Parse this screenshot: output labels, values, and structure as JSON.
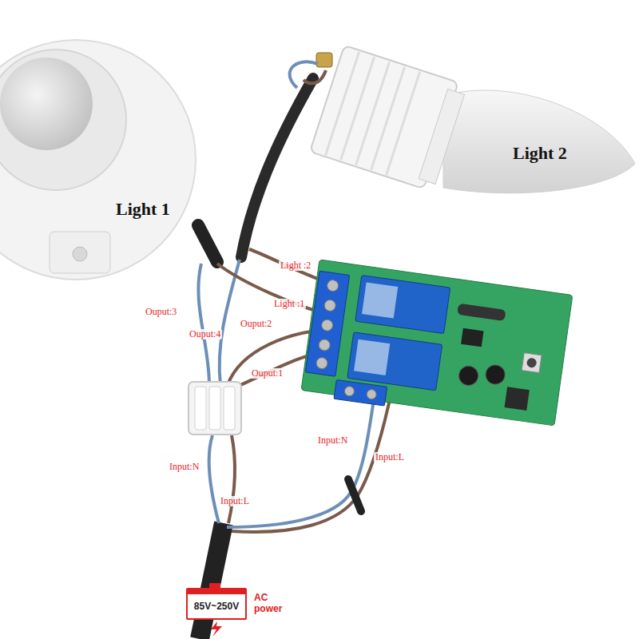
{
  "diagram": {
    "nodes": [
      {
        "text": [
          "85V~250V"
        ]
      }
    ],
    "labels": [
      "Light 1",
      "Light 2",
      "Light :2",
      "Light :1",
      "Ouput:3",
      "Ouput:4",
      "Ouput:2",
      "Ouput:1",
      "Input:N",
      "Input:L",
      "Input:N",
      "Input:L",
      "AC power"
    ]
  }
}
